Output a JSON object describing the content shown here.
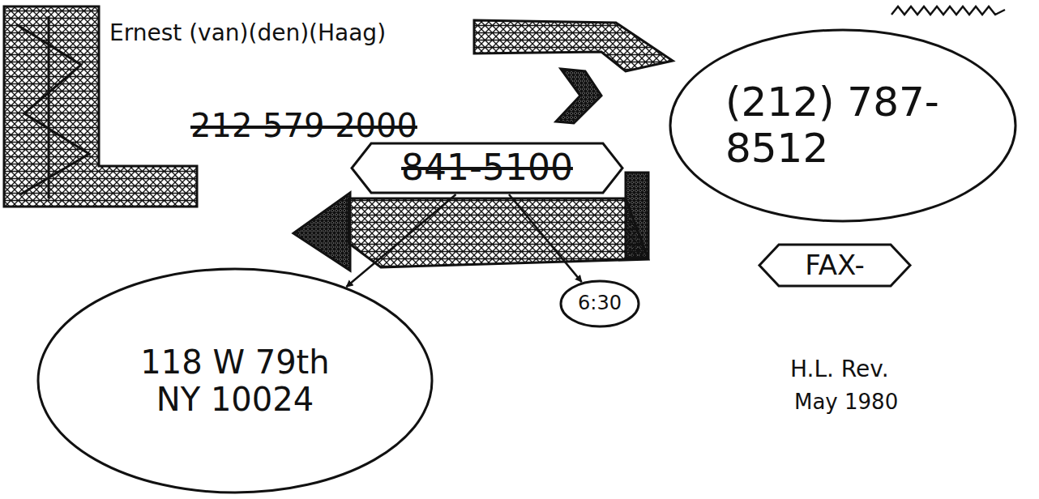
{
  "diagram": {
    "nodes": [
      {
        "text": [
          "(212) 787-8512"
        ]
      },
      {
        "text": [
          "841-5100"
        ]
      },
      {
        "text": [
          "118 W 79th NY 10024"
        ]
      },
      {
        "text": [
          "6:30"
        ]
      },
      {
        "text": [
          "FAX-"
        ]
      }
    ],
    "edges": [
      {
        "from": 1,
        "to": 2,
        "arrow": "to"
      },
      {
        "from": 1,
        "to": 3,
        "arrow": "to"
      }
    ],
    "labels": [
      "Ernest (van)(den)(Haag)",
      "212 579 2000",
      "H.L. Rev.",
      "May 1980"
    ]
  }
}
